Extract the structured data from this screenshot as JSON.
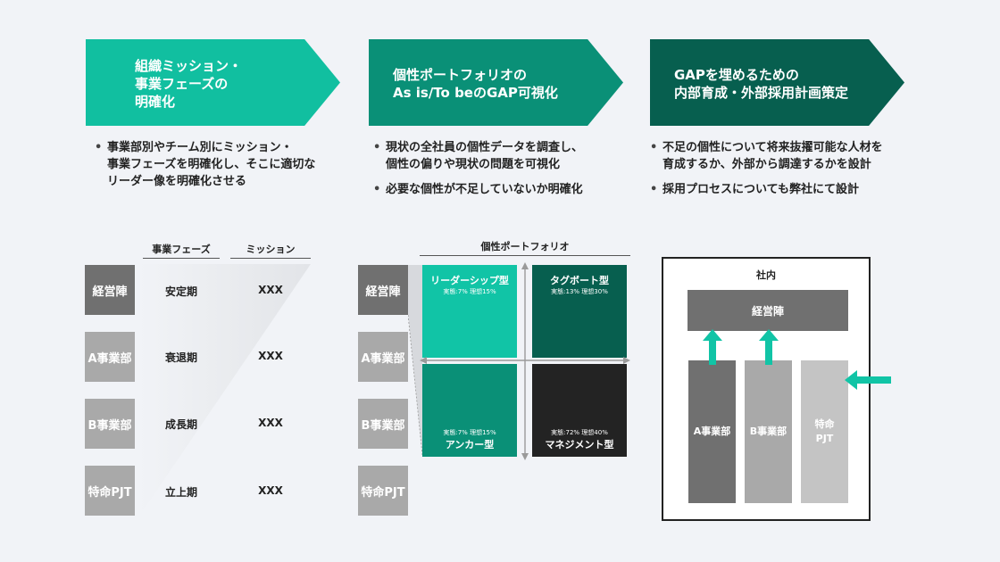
{
  "steps": [
    {
      "lines": [
        "組織ミッション・",
        "事業フェーズの",
        "明確化"
      ],
      "color": "#11bfa0"
    },
    {
      "lines": [
        "個性ポートフォリオの",
        "As is/To beのGAP可視化"
      ],
      "color": "#0a9077"
    },
    {
      "lines": [
        "GAPを埋めるための",
        "内部育成・外部採用計画策定"
      ],
      "color": "#075f4f"
    }
  ],
  "bullets": [
    [
      {
        "lines": [
          "事業部別やチーム別にミッション・",
          "事業フェーズを明確化し、そこに適切な",
          "リーダー像を明確化させる"
        ]
      }
    ],
    [
      {
        "lines": [
          "現状の全社員の個性データを調査し、",
          "個性の偏りや現状の問題を可視化"
        ]
      },
      {
        "lines": [
          "必要な個性が不足していないか明確化"
        ]
      }
    ],
    [
      {
        "lines": [
          "不足の個性について将来抜擢可能な人材を",
          "育成するか、外部から調達するかを設計"
        ]
      },
      {
        "lines": [
          "採用プロセスについても弊社にて設計"
        ]
      }
    ]
  ],
  "units": [
    "経営陣",
    "A事業部",
    "B事業部",
    "特命PJT"
  ],
  "mission_table": {
    "headers": [
      "事業フェーズ",
      "ミッション"
    ],
    "rows": [
      {
        "phase": "安定期",
        "mission": "XXX"
      },
      {
        "phase": "衰退期",
        "mission": "XXX"
      },
      {
        "phase": "成長期",
        "mission": "XXX"
      },
      {
        "phase": "立上期",
        "mission": "XXX"
      }
    ]
  },
  "portfolio": {
    "title": "個性ポートフォリオ",
    "quadrants": [
      {
        "name": "リーダーシップ型",
        "ratio": "実態:7% 理想15%",
        "color": "#11c4a6"
      },
      {
        "name": "タグボート型",
        "ratio": "実態:13% 理想30%",
        "color": "#075f4f"
      },
      {
        "name": "アンカー型",
        "ratio": "実態:7% 理想15%",
        "color": "#0a9077"
      },
      {
        "name": "マネジメント型",
        "ratio": "実態:72% 理想40%",
        "color": "#232323"
      }
    ]
  },
  "org": {
    "title": "社内",
    "top": "経営陣",
    "columns": [
      "A事業部",
      "B事業部",
      "特命\nPJT"
    ]
  },
  "colors": {
    "arrow": "#11c4a6",
    "gray_dark": "#707070",
    "gray_light": "#a9a9a9"
  }
}
